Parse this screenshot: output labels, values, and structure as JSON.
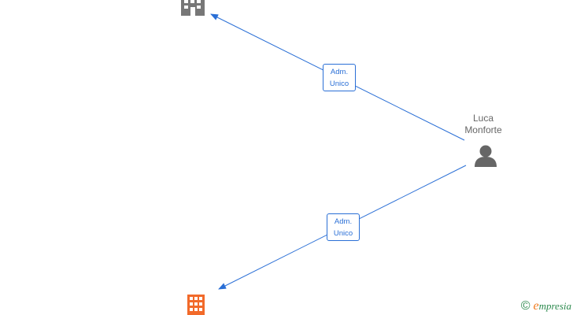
{
  "nodes": {
    "company_top": {
      "icon": "building-icon",
      "color": "#777777"
    },
    "company_bottom": {
      "icon": "building-icon",
      "color": "#f26a2a"
    },
    "person": {
      "name_line1": "Luca",
      "name_line2": "Monforte",
      "icon": "person-icon",
      "color": "#666666"
    }
  },
  "edges": [
    {
      "from": "person",
      "to": "company_top",
      "label_line1": "Adm.",
      "label_line2": "Unico",
      "color": "#2a6fd6"
    },
    {
      "from": "person",
      "to": "company_bottom",
      "label_line1": "Adm.",
      "label_line2": "Unico",
      "color": "#2a6fd6"
    }
  ],
  "watermark": {
    "copyright_symbol": "©",
    "brand_initial": "e",
    "brand_rest": "mpresia"
  }
}
